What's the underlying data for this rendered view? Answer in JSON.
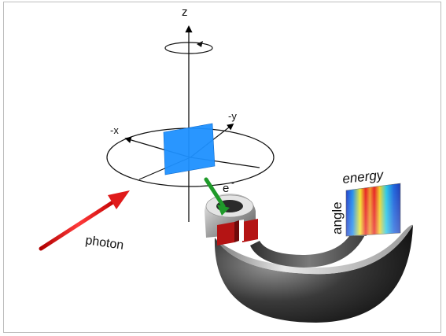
{
  "diagram": {
    "labels": {
      "z_axis": "z",
      "neg_x_axis": "-x",
      "neg_y_axis": "-y",
      "electron": "e",
      "electron_superscript": "-",
      "photon": "photon",
      "energy": "energy",
      "angle": "angle"
    },
    "colors": {
      "photon_beam": "#e01a1a",
      "electron_beam": "#1f9a2a",
      "sample": "#1e90ff",
      "lens_block": "#b41414",
      "hemisphere": "#1a1a1a"
    },
    "icons": {
      "rotation_arrow": "rotation-arrow-icon"
    }
  }
}
